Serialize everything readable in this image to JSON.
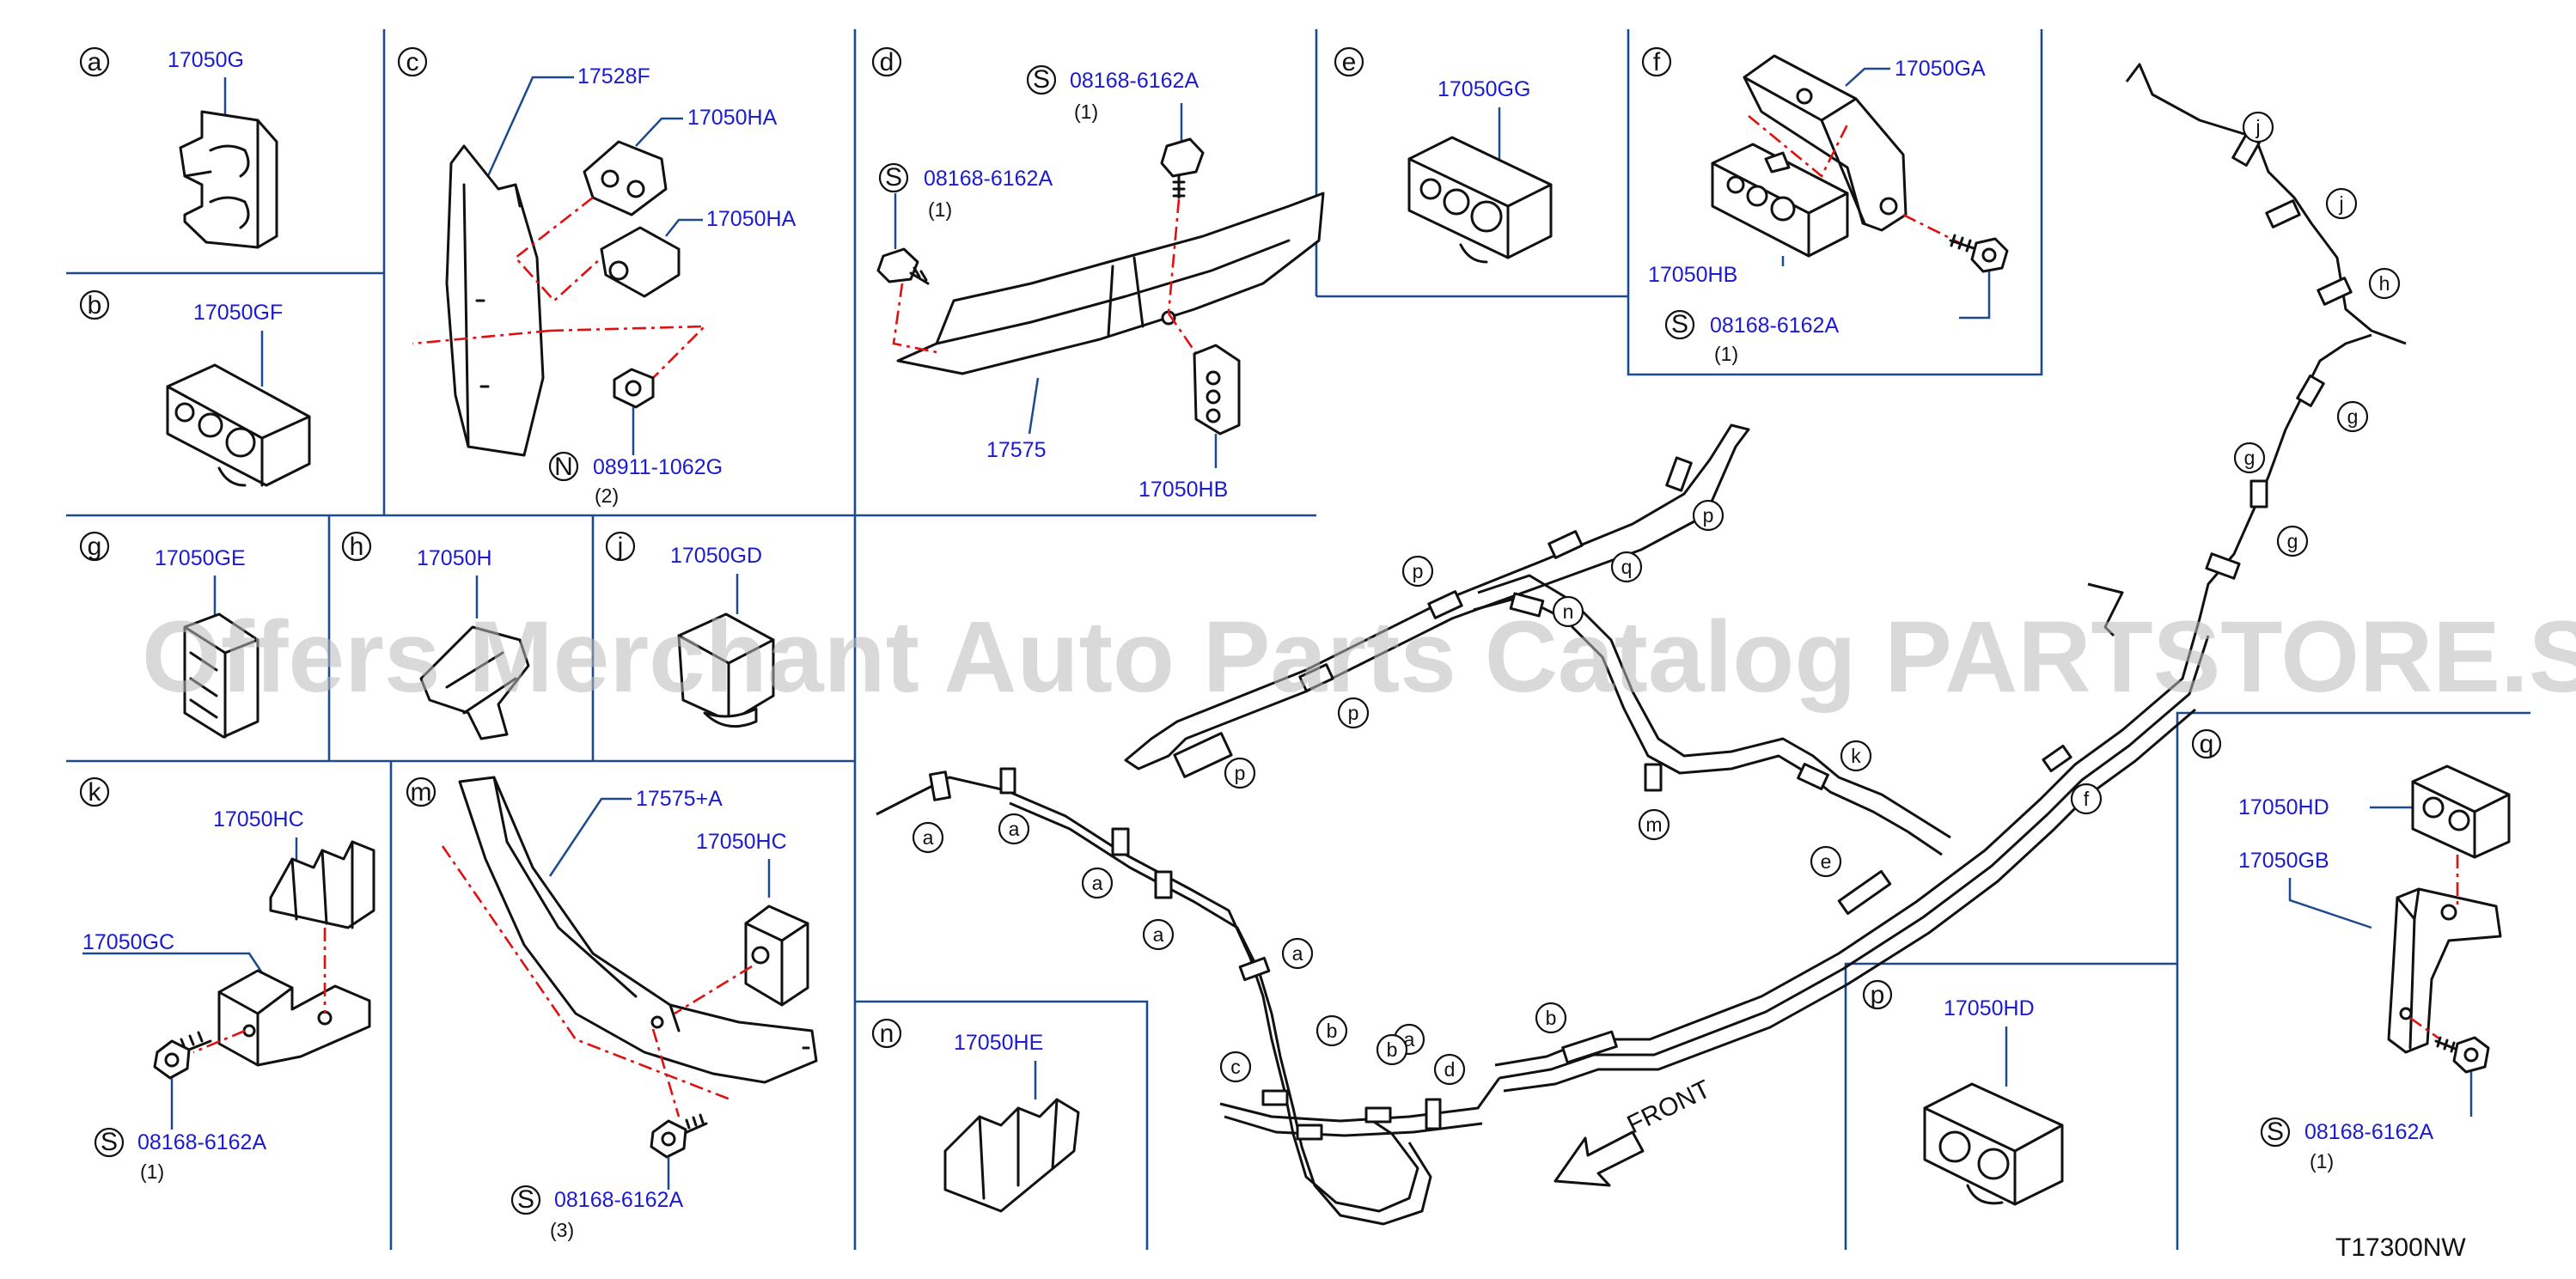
{
  "diagram_code": "T17300NW",
  "watermark": "Offers Merchant Auto Parts Catalog PARTSTORE.SA",
  "front_label": "FRONT",
  "panels": {
    "a": {
      "letter": "a",
      "parts": [
        "17050G"
      ]
    },
    "b": {
      "letter": "b",
      "parts": [
        "17050GF"
      ]
    },
    "c": {
      "letter": "c",
      "parts": [
        "17528F",
        "17050HA",
        "17050HA"
      ],
      "fastener": {
        "type": "N",
        "code": "08911-1062G",
        "qty": "(2)"
      }
    },
    "d": {
      "letter": "d",
      "parts": [
        "17575",
        "17050HB"
      ],
      "fasteners": [
        {
          "type": "S",
          "code": "08168-6162A",
          "qty": "(1)"
        },
        {
          "type": "S",
          "code": "08168-6162A",
          "qty": "(1)"
        }
      ]
    },
    "e": {
      "letter": "e",
      "parts": [
        "17050GG"
      ]
    },
    "f": {
      "letter": "f",
      "parts": [
        "17050GA",
        "17050HB"
      ],
      "fastener": {
        "type": "S",
        "code": "08168-6162A",
        "qty": "(1)"
      }
    },
    "g": {
      "letter": "g",
      "parts": [
        "17050GE"
      ]
    },
    "h": {
      "letter": "h",
      "parts": [
        "17050H"
      ]
    },
    "j": {
      "letter": "j",
      "parts": [
        "17050GD"
      ]
    },
    "k": {
      "letter": "k",
      "parts": [
        "17050HC",
        "17050GC"
      ],
      "fastener": {
        "type": "S",
        "code": "08168-6162A",
        "qty": "(1)"
      }
    },
    "m": {
      "letter": "m",
      "parts": [
        "17575+A",
        "17050HC"
      ],
      "fastener": {
        "type": "S",
        "code": "08168-6162A",
        "qty": "(3)"
      }
    },
    "n": {
      "letter": "n",
      "parts": [
        "17050HE"
      ]
    },
    "p": {
      "letter": "p",
      "parts": [
        "17050HD"
      ]
    },
    "q": {
      "letter": "q",
      "parts": [
        "17050HD",
        "17050GB"
      ],
      "fastener": {
        "type": "S",
        "code": "08168-6162A",
        "qty": "(1)"
      }
    }
  },
  "main_refs": [
    "a",
    "a",
    "a",
    "a",
    "a",
    "a",
    "b",
    "b",
    "b",
    "c",
    "d",
    "e",
    "f",
    "g",
    "g",
    "g",
    "h",
    "j",
    "j",
    "k",
    "m",
    "n",
    "p",
    "p",
    "p",
    "p",
    "q"
  ]
}
